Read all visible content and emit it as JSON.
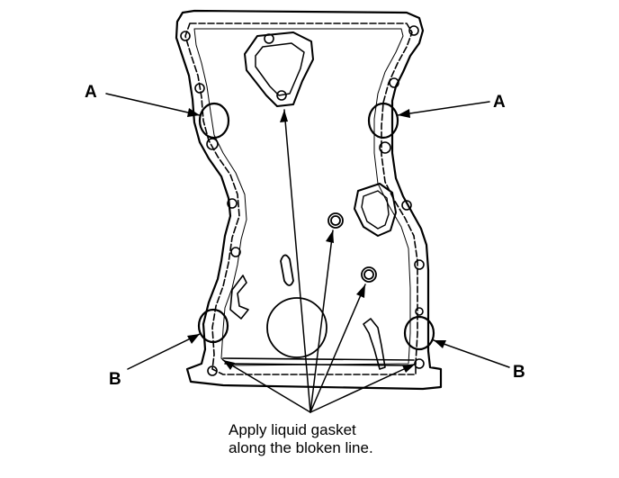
{
  "labels": {
    "a_left": "A",
    "a_right": "A",
    "b_left": "B",
    "b_right": "B"
  },
  "caption": {
    "line1": "Apply liquid gasket",
    "line2": "along the bloken line."
  },
  "colors": {
    "ink": "#000000",
    "paper": "#ffffff"
  }
}
